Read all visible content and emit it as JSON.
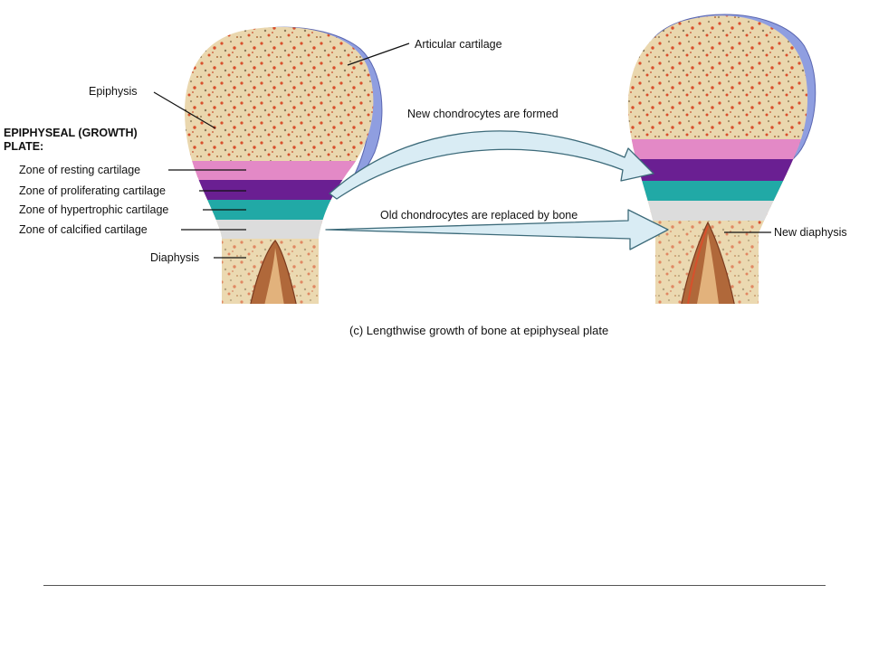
{
  "labels": {
    "articular_cartilage": "Articular cartilage",
    "epiphysis": "Epiphysis",
    "growth_plate_line1": "EPIPHYSEAL (GROWTH)",
    "growth_plate_line2": "PLATE:",
    "zone_resting": "Zone of resting cartilage",
    "zone_proliferating": "Zone of proliferating cartilage",
    "zone_hypertrophic": "Zone of hypertrophic cartilage",
    "zone_calcified": "Zone of calcified cartilage",
    "diaphysis": "Diaphysis",
    "new_chondrocytes": "New chondrocytes are formed",
    "old_chondrocytes": "Old chondrocytes are replaced by bone",
    "new_diaphysis": "New diaphysis"
  },
  "caption": "(c) Lengthwise growth of bone at epiphyseal plate",
  "colors": {
    "articular_cartilage": "#8f9ee0",
    "bone": "#ead7ae",
    "zone_resting": "#e389c6",
    "zone_proliferating": "#6a1f92",
    "zone_hypertrophic": "#21a9a6",
    "zone_calcified": "#dcdcdc",
    "marrow_spots": "#d8502c",
    "arrow_fill": "#d9ecf4",
    "arrow_stroke": "#3d6b7a"
  }
}
